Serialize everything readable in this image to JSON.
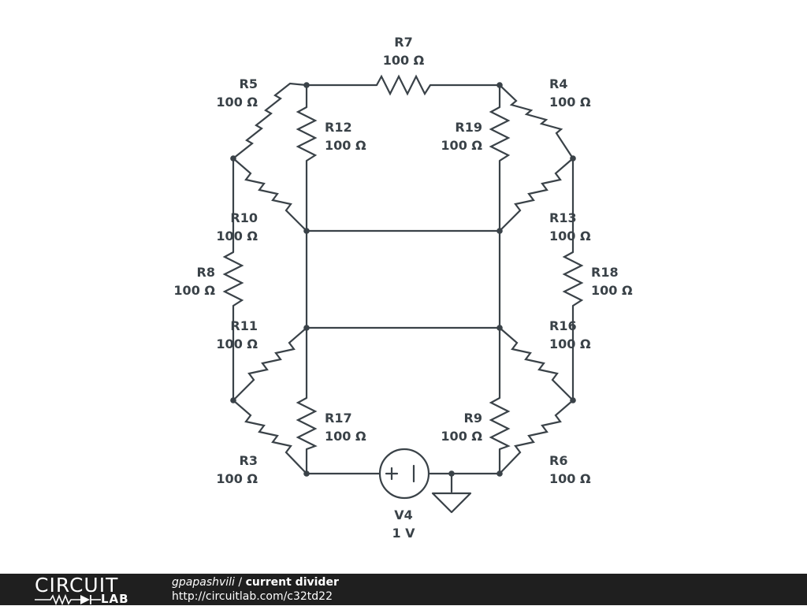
{
  "components": [
    {
      "name": "R7",
      "value": "100 Ω"
    },
    {
      "name": "R5",
      "value": "100 Ω"
    },
    {
      "name": "R4",
      "value": "100 Ω"
    },
    {
      "name": "R12",
      "value": "100 Ω"
    },
    {
      "name": "R19",
      "value": "100 Ω"
    },
    {
      "name": "R10",
      "value": "100 Ω"
    },
    {
      "name": "R13",
      "value": "100 Ω"
    },
    {
      "name": "R8",
      "value": "100 Ω"
    },
    {
      "name": "R18",
      "value": "100 Ω"
    },
    {
      "name": "R11",
      "value": "100 Ω"
    },
    {
      "name": "R16",
      "value": "100 Ω"
    },
    {
      "name": "R17",
      "value": "100 Ω"
    },
    {
      "name": "R9",
      "value": "100 Ω"
    },
    {
      "name": "R3",
      "value": "100 Ω"
    },
    {
      "name": "R6",
      "value": "100 Ω"
    }
  ],
  "source": {
    "name": "V4",
    "value": "1 V"
  },
  "footer": {
    "logo_top": "CIRCUIT",
    "logo_bottom": "LAB",
    "user": "gpapashvili",
    "separator": " / ",
    "title": "current divider",
    "url": "http://circuitlab.com/c32td22"
  }
}
